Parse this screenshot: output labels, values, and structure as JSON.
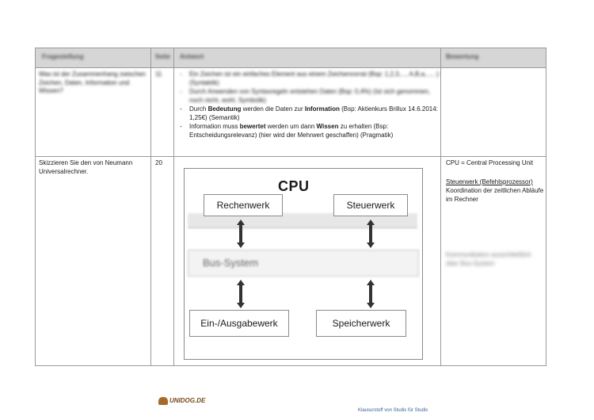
{
  "table": {
    "headers": [
      "Fragestellung",
      "Seite",
      "Antwort",
      "Bewertung"
    ],
    "row1": {
      "question": "Was ist der Zusammenhang zwischen Zeichen, Daten, Information und Wissen?",
      "page": "11",
      "answers": [
        "Ein Zeichen ist ein einfaches Element aus einem Zeichenvorrat (Bsp: 1,2,3,..., A,B,a,..., ;) (Syntaktik)",
        "Durch Anwenden von Syntaxregeln entstehen Daten (Bsp: 0,4%) (Ist sich genommen, noch nicht, wohl, Symbolik)"
      ],
      "answer3_pre": "Durch ",
      "answer3_b1": "Bedeutung",
      "answer3_mid": " werden die Daten zur ",
      "answer3_b2": "Information",
      "answer3_post": " (Bsp: Aktienkurs Brillux 14.6.2014: 1,25€) (Semantik)",
      "answer4_pre": "Information muss ",
      "answer4_b1": "bewertet",
      "answer4_mid": " werden um dann ",
      "answer4_b2": "Wissen",
      "answer4_post": " zu erhalten (Bsp: Entscheidungsrelevanz) (hier wird der Mehrwert geschaffen) (Pragmatik)"
    },
    "row2": {
      "question": "Skizzieren Sie den von Neumann Universalrechner.",
      "page": "20",
      "cpu_note": "CPU = Central Processing Unit",
      "steuerwerk_heading": "Steuerwerk (Befehlsprozessor)",
      "steuerwerk_desc": "Koordination der zeitlichen Abläufe im Rechner",
      "bus_note": "Kommunikation ausschließlich über Bus-System"
    }
  },
  "diagram": {
    "cpu_label": "CPU",
    "rechenwerk": "Rechenwerk",
    "steuerwerk": "Steuerwerk",
    "bus": "Bus-System",
    "io": "Ein-/Ausgabewerk",
    "speicher": "Speicherwerk"
  },
  "footer": {
    "logo": "UNIDOG.DE",
    "credit": "Klausurstoff von Studis für Studis"
  }
}
